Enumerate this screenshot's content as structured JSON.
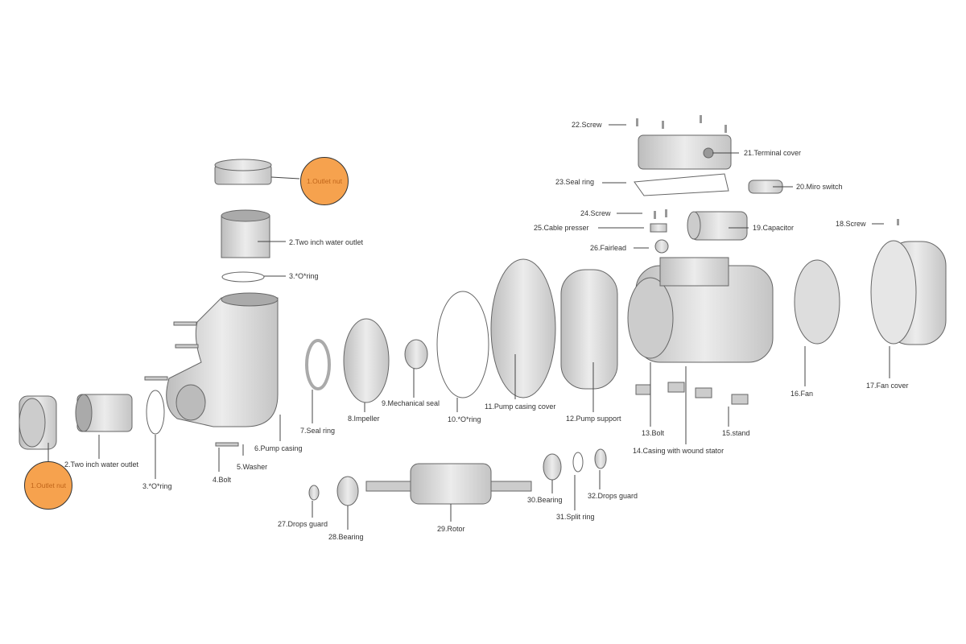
{
  "title": "Pump exploded view",
  "highlight_color": "#f6a24e",
  "parts": {
    "p1": "1.Outlet nut",
    "p2": "2.Two inch water outlet",
    "p3": "3.*O*ring",
    "p4": "4.Bolt",
    "p5": "5.Washer",
    "p6": "6.Pump casing",
    "p7": "7.Seal ring",
    "p8": "8.Impeller",
    "p9": "9.Mechanical seal",
    "p10": "10.*O*ring",
    "p11": "11.Pump casing cover",
    "p12": "12.Pump support",
    "p13": "13.Bolt",
    "p14": "14.Casing with wound stator",
    "p15": "15.stand",
    "p16": "16.Fan",
    "p17": "17.Fan cover",
    "p18": "18.Screw",
    "p19": "19.Capacitor",
    "p20": "20.Miro switch",
    "p21": "21.Terminal cover",
    "p22": "22.Screw",
    "p23": "23.Seal ring",
    "p24": "24.Screw",
    "p25": "25.Cable presser",
    "p26": "26.Fairlead",
    "p27": "27.Drops guard",
    "p28": "28.Bearing",
    "p29": "29.Rotor",
    "p30": "30.Bearing",
    "p31": "31.Split ring",
    "p32": "32.Drops guard"
  }
}
